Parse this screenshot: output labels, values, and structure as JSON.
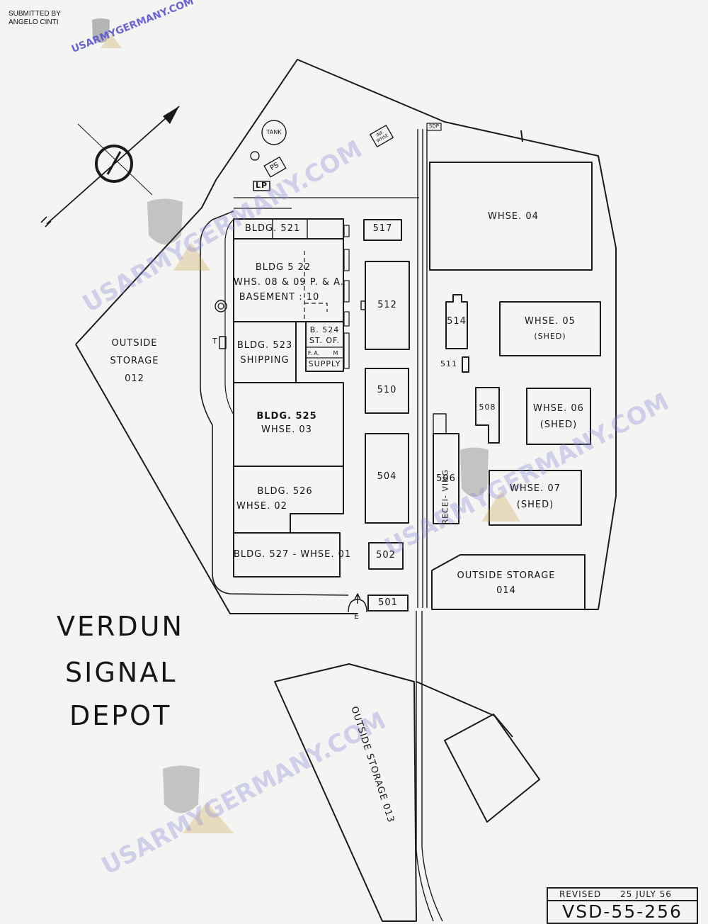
{
  "credit": {
    "line1": "SUBMITTED BY",
    "line2": "ANGELO CINTI"
  },
  "watermark": {
    "text": "USARMYGERMANY.COM"
  },
  "title": {
    "line1": "VERDUN",
    "line2": "SIGNAL",
    "line3": "DEPOT"
  },
  "revision": {
    "label": "REVISED",
    "date": "25 JULY 56",
    "drawing_number": "VSD-55-256"
  },
  "features": {
    "tank": "TANK",
    "ps": "PS",
    "lp": "LP",
    "inf_whse": "INF. WHSE",
    "sdp": "SDP",
    "gate": "E",
    "t_marker": "T"
  },
  "buildings": {
    "b521": "BLDG. 521",
    "b522": {
      "line1": "BLDG  5 22",
      "line2": "WHS. 08 & 09  P. & A.",
      "line3": "BASEMENT : 10"
    },
    "b523": {
      "line1": "BLDG. 523",
      "line2": "SHIPPING"
    },
    "b524": {
      "line1": "B. 524",
      "line2": "ST. OF.",
      "fa": "F. A.",
      "m": "M",
      "supply": "SUPPLY"
    },
    "b525": {
      "line1": "BLDG. 525",
      "line2": "WHSE. 03"
    },
    "b526": {
      "line1": "BLDG. 526",
      "line2": "WHSE. 02"
    },
    "b527": "BLDG. 527 - WHSE. 01",
    "b517": "517",
    "b512": "512",
    "b510": "510",
    "b504": "504",
    "b502": "502",
    "b501": "501",
    "b514": "514",
    "b511": "511",
    "b508": "508",
    "b506": {
      "number": "506",
      "label": "RECEI- VING"
    },
    "whse04": "WHSE. 04",
    "whse05": {
      "line1": "WHSE. 05",
      "line2": "(SHED)"
    },
    "whse06": {
      "line1": "WHSE. 06",
      "line2": "(SHED)"
    },
    "whse07": {
      "line1": "WHSE. 07",
      "line2": "(SHED)"
    }
  },
  "storage": {
    "s012": {
      "line1": "OUTSIDE",
      "line2": "STORAGE",
      "line3": "012"
    },
    "s014": {
      "line1": "OUTSIDE  STORAGE",
      "line2": "014"
    },
    "s013": "OUTSIDE  STORAGE  013"
  }
}
